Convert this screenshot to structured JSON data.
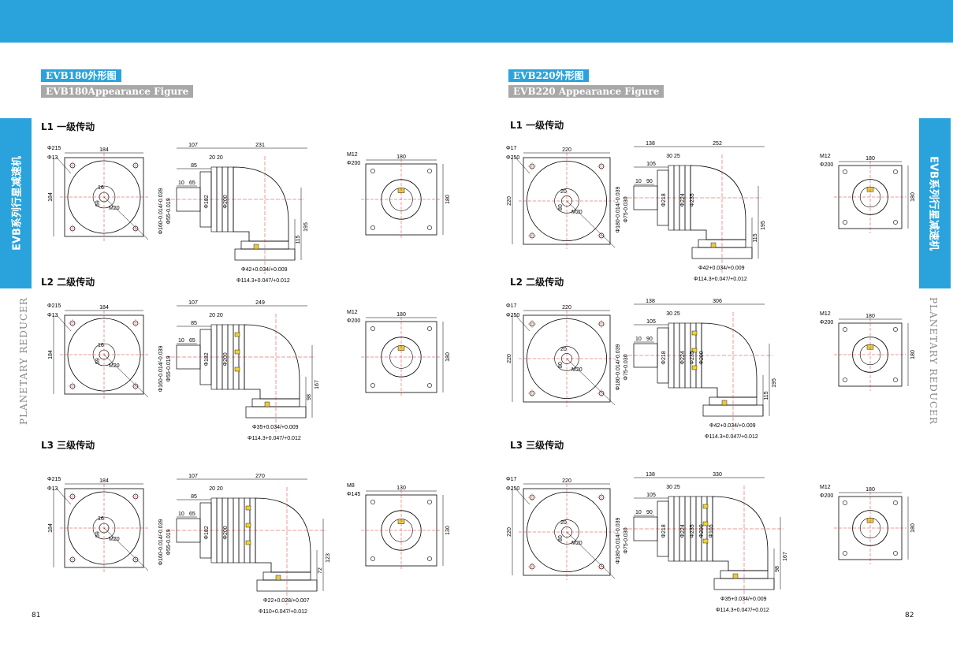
{
  "header": {
    "bar_color": "#2aa3dc"
  },
  "left": {
    "title_cn": "EVB180外形图",
    "title_en": "EVB180Appearance Figure",
    "side_label": "EVB系列行星减速机",
    "side_label2": "PLANETARY REDUCER",
    "page_number": "81",
    "stages": [
      {
        "label": "L1 一级传动",
        "front": {
          "d1": "Φ215",
          "d2": "Φ13",
          "w": "184",
          "h": "184",
          "k": "16",
          "bolt": "M20",
          "s": "59"
        },
        "side": {
          "a": "107",
          "b": "231",
          "c": "20 20",
          "d": "85",
          "e": "10",
          "f": "65",
          "dia1": "Φ160-0.014/-0.039",
          "dia2": "Φ55-0.019",
          "dia3": "Φ182",
          "dia4": "Φ200",
          "h1": "195",
          "h2": "115",
          "shaft": "Φ42+0.034/+0.009",
          "pcd": "Φ114.3+0.047/+0.012"
        },
        "flange": {
          "bolt": "M12",
          "pcd": "Φ200",
          "w": "180",
          "h": "180"
        }
      },
      {
        "label": "L2 二级传动",
        "front": {
          "d1": "Φ215",
          "d2": "Φ13",
          "w": "184",
          "h": "184",
          "k": "16",
          "bolt": "M20",
          "s": "59"
        },
        "side": {
          "a": "107",
          "b": "249",
          "c": "20 20",
          "d": "85",
          "e": "10",
          "f": "65",
          "dia1": "Φ160-0.014/-0.039",
          "dia2": "Φ55-0.019",
          "dia3": "Φ182",
          "dia4": "Φ200",
          "h1": "167",
          "h2": "98",
          "shaft": "Φ35+0.034/+0.009",
          "pcd": "Φ114.3+0.047/+0.012"
        },
        "flange": {
          "bolt": "M12",
          "pcd": "Φ200",
          "w": "180",
          "h": "180"
        }
      },
      {
        "label": "L3 三级传动",
        "front": {
          "d1": "Φ215",
          "d2": "Φ13",
          "w": "184",
          "h": "184",
          "k": "16",
          "bolt": "M20",
          "s": "59"
        },
        "side": {
          "a": "107",
          "b": "270",
          "c": "20 20",
          "d": "85",
          "e": "10",
          "f": "65",
          "dia1": "Φ160-0.014/-0.039",
          "dia2": "Φ55-0.019",
          "dia3": "Φ182",
          "dia4": "Φ200",
          "h1": "123",
          "h2": "72",
          "shaft": "Φ22+0.028/+0.007",
          "pcd": "Φ110+0.047/+0.012"
        },
        "flange": {
          "bolt": "M8",
          "pcd": "Φ145",
          "w": "130",
          "h": "130"
        }
      }
    ]
  },
  "right": {
    "title_cn": "EVB220外形图",
    "title_en": "EVB220 Appearance Figure",
    "side_label": "EVB系列行星减速机",
    "side_label2": "PLANETARY REDUCER",
    "page_number": "82",
    "stages": [
      {
        "label": "L1 一级传动",
        "front": {
          "d1": "Φ17",
          "d2": "Φ250",
          "w": "220",
          "h": "220",
          "k": "20",
          "bolt": "M20",
          "s": "80"
        },
        "side": {
          "a": "138",
          "b": "252",
          "c": "30 25",
          "d": "105",
          "e": "10",
          "f": "90",
          "dia1": "Φ180-0.014/-0.039",
          "dia2": "Φ75-0.030",
          "dia3": "Φ218",
          "dia4": "Φ224",
          "dia5": "Φ235",
          "h1": "195",
          "h2": "115",
          "shaft": "Φ42+0.034/+0.009",
          "pcd": "Φ114.3+0.047/+0.012"
        },
        "flange": {
          "bolt": "M12",
          "pcd": "Φ200",
          "w": "180",
          "h": "180"
        }
      },
      {
        "label": "L2 二级传动",
        "front": {
          "d1": "Φ17",
          "d2": "Φ250",
          "w": "220",
          "h": "220",
          "k": "20",
          "bolt": "M20",
          "s": "80"
        },
        "side": {
          "a": "138",
          "b": "306",
          "c": "30 25",
          "d": "105",
          "e": "10",
          "f": "90",
          "dia1": "Φ180-0.014/-0.039",
          "dia2": "Φ75-0.030",
          "dia3": "Φ218",
          "dia4": "Φ224",
          "dia5": "Φ235",
          "dia6": "Φ200",
          "h1": "195",
          "h2": "115",
          "shaft": "Φ42+0.034/+0.009",
          "pcd": "Φ114.3+0.047/+0.012"
        },
        "flange": {
          "bolt": "M12",
          "pcd": "Φ200",
          "w": "180",
          "h": "180"
        }
      },
      {
        "label": "L3 三级传动",
        "front": {
          "d1": "Φ17",
          "d2": "Φ250",
          "w": "220",
          "h": "220",
          "k": "20",
          "bolt": "M20",
          "s": "80"
        },
        "side": {
          "a": "138",
          "b": "330",
          "c": "30 25",
          "d": "105",
          "e": "10",
          "f": "90",
          "dia1": "Φ180-0.014/-0.039",
          "dia2": "Φ75-0.030",
          "dia3": "Φ218",
          "dia4": "Φ224",
          "dia5": "Φ235",
          "dia6": "Φ200",
          "dia7": "Φ165",
          "h1": "167",
          "h2": "98",
          "shaft": "Φ35+0.034/+0.009",
          "pcd": "Φ114.3+0.047/+0.012"
        },
        "flange": {
          "bolt": "M12",
          "pcd": "Φ200",
          "w": "180",
          "h": "180"
        }
      }
    ]
  }
}
